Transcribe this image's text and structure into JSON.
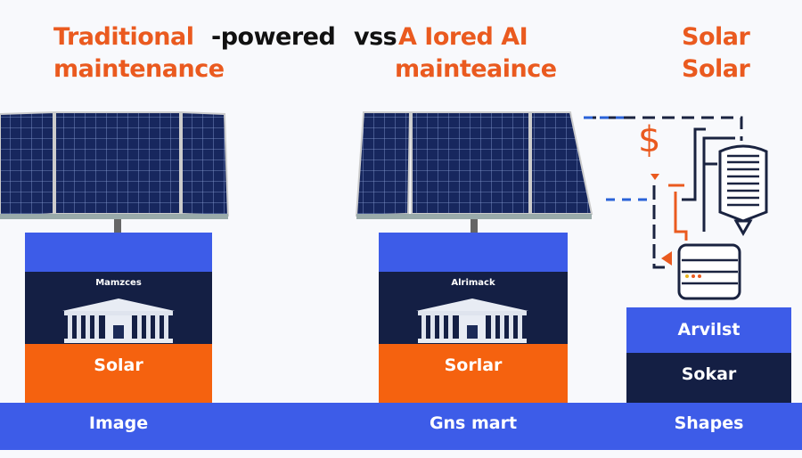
{
  "title": {
    "left_line1": "Traditional",
    "middle_word": "-powered",
    "vs_word": "vss",
    "right_line1": "A Iored AI",
    "left_line2": "maintenance",
    "right_line2": "mainteaince",
    "far_right_line1": "Solar",
    "far_right_line2": "Solar"
  },
  "cards": [
    {
      "caption": "Mamzces",
      "label": "Solar"
    },
    {
      "caption": "Alrimack",
      "label": "Sorlar"
    },
    {
      "label_top": "Arvilst",
      "label_bottom": "Sokar"
    }
  ],
  "footer": {
    "items": [
      "Image",
      "Gns mart",
      "Shapes"
    ]
  },
  "diagram": {
    "currency_symbol": "$"
  },
  "colors": {
    "orange": "#f5620f",
    "navy": "#141f44",
    "blue": "#3d5ce8"
  }
}
